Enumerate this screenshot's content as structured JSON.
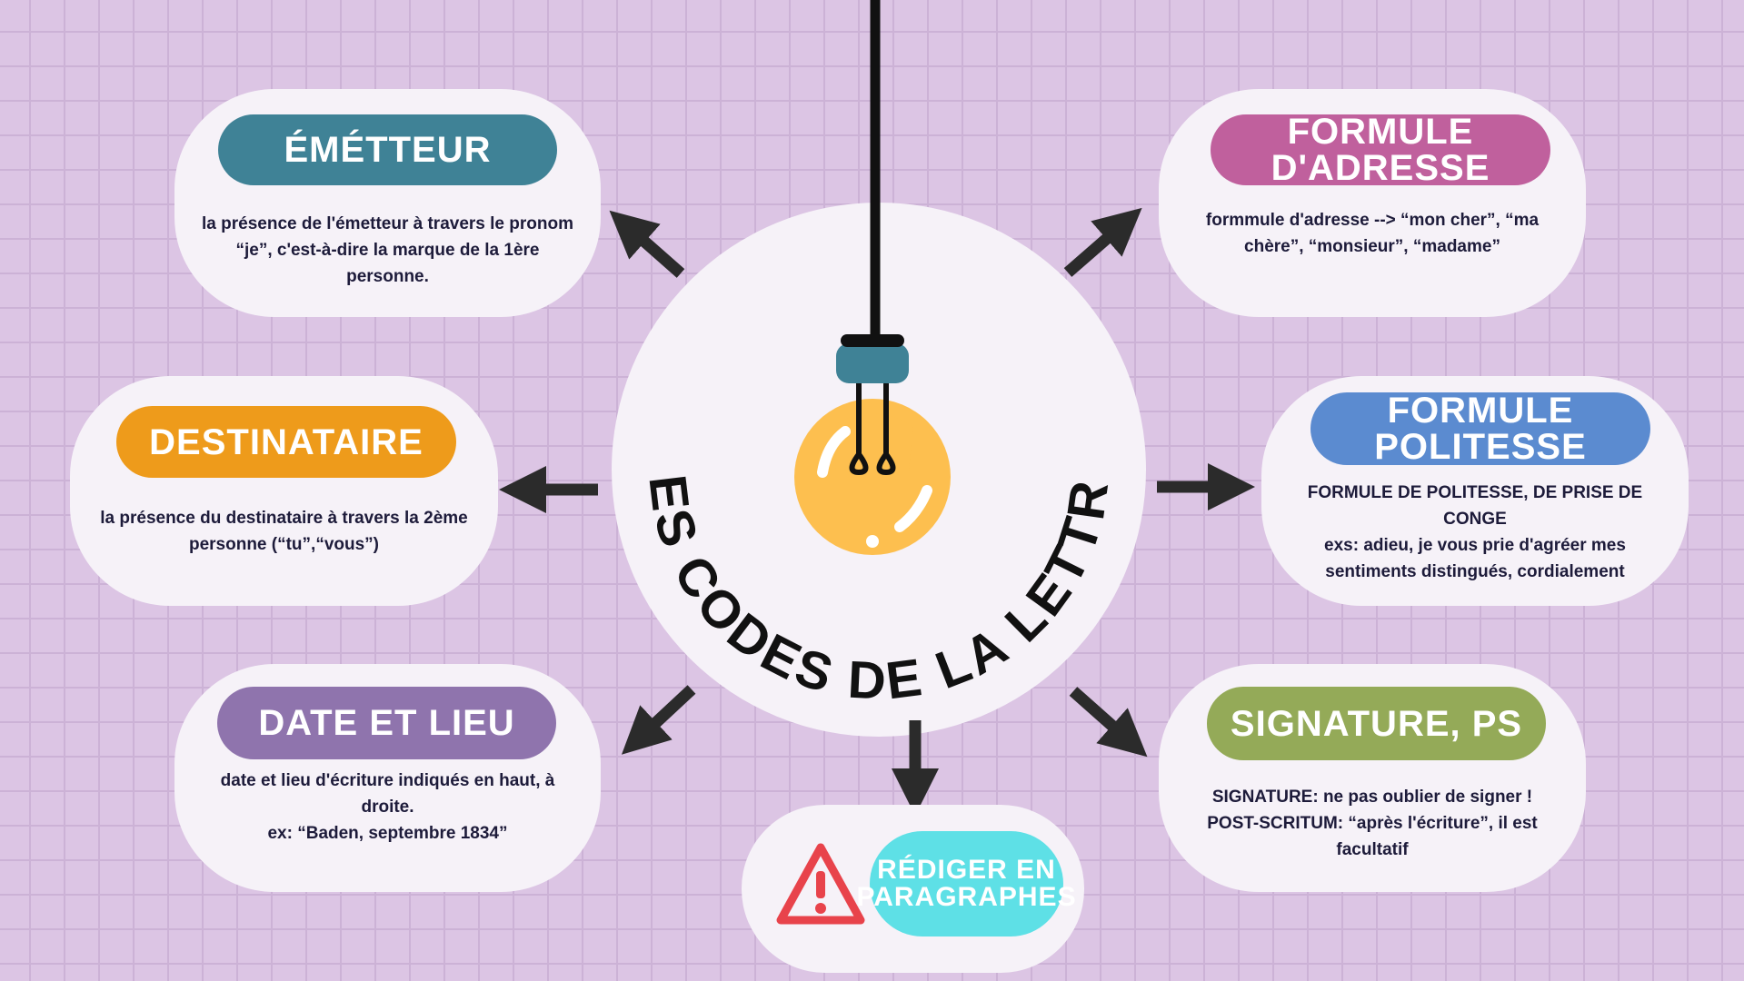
{
  "center": {
    "title": "LES CODES DE LA LETTRE"
  },
  "cards": {
    "emetteur": {
      "title": "ÉMÉTTEUR",
      "text": "la présence de l'émetteur à travers le pronom\n“je”, c'est-à-dire la marque de la 1ère personne.",
      "color": "#3f8296"
    },
    "destinataire": {
      "title": "DESTINATAIRE",
      "text": "la présence du destinataire à travers la 2ème\npersonne (“tu”,“vous”)",
      "color": "#ee9b1b"
    },
    "date": {
      "title": "DATE ET LIEU",
      "text": "date et lieu d'écriture indiqués en haut, à droite.\nex: “Baden, septembre 1834”",
      "color": "#8f74ad"
    },
    "adresse": {
      "title": "FORMULE D'ADRESSE",
      "text": "formmule d'adresse --> “mon cher”, “ma\nchère”, “monsieur”, “madame”",
      "color": "#c0609d"
    },
    "politesse": {
      "title": "FORMULE POLITESSE",
      "text": "FORMULE DE POLITESSE, DE PRISE DE CONGE\nexs: adieu, je vous prie d'agréer mes\nsentiments distingués, cordialement",
      "color": "#5b8bd0"
    },
    "signature": {
      "title": "SIGNATURE, PS",
      "text": "SIGNATURE: ne pas oublier de signer !\nPOST-SCRITUM: “après l'écriture”, il est\nfacultatif",
      "color": "#94aa58"
    },
    "rediger": {
      "title": "RÉDIGER EN\nPARAGRAPHES",
      "color": "#5ee0e6",
      "icon": "warning-icon"
    }
  },
  "colors": {
    "arrow": "#2b2b2b",
    "bulb": "#fdbf4f",
    "socket": "#3f8296",
    "warning": "#e8434b"
  }
}
